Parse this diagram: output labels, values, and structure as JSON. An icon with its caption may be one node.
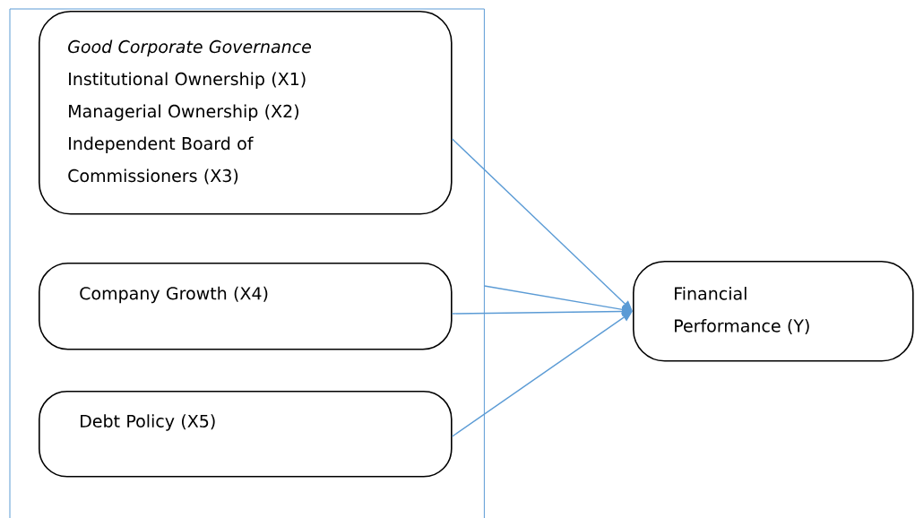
{
  "diagram": {
    "nodes": [
      {
        "text": [],
        "shape": "box"
      },
      {
        "text": [
          "Good Corporate Governance",
          "Institutional Ownership (X1)",
          "Managerial Ownership (X2)",
          "Independent Board of Commissioners (X3)"
        ],
        "in": 0
      },
      {
        "text": [
          "Company Growth (X4)"
        ],
        "in": 0
      },
      {
        "text": [
          "Debt Policy (X5)"
        ],
        "in": 0
      },
      {
        "text": [
          "Financial Performance (Y)"
        ]
      }
    ],
    "edges": [
      {
        "from": 1,
        "to": 4,
        "arrow": "to"
      },
      {
        "from": 0,
        "to": 4,
        "arrow": "to"
      },
      {
        "from": 2,
        "to": 4,
        "arrow": "to"
      },
      {
        "from": 3,
        "to": 4,
        "arrow": "to"
      }
    ]
  }
}
